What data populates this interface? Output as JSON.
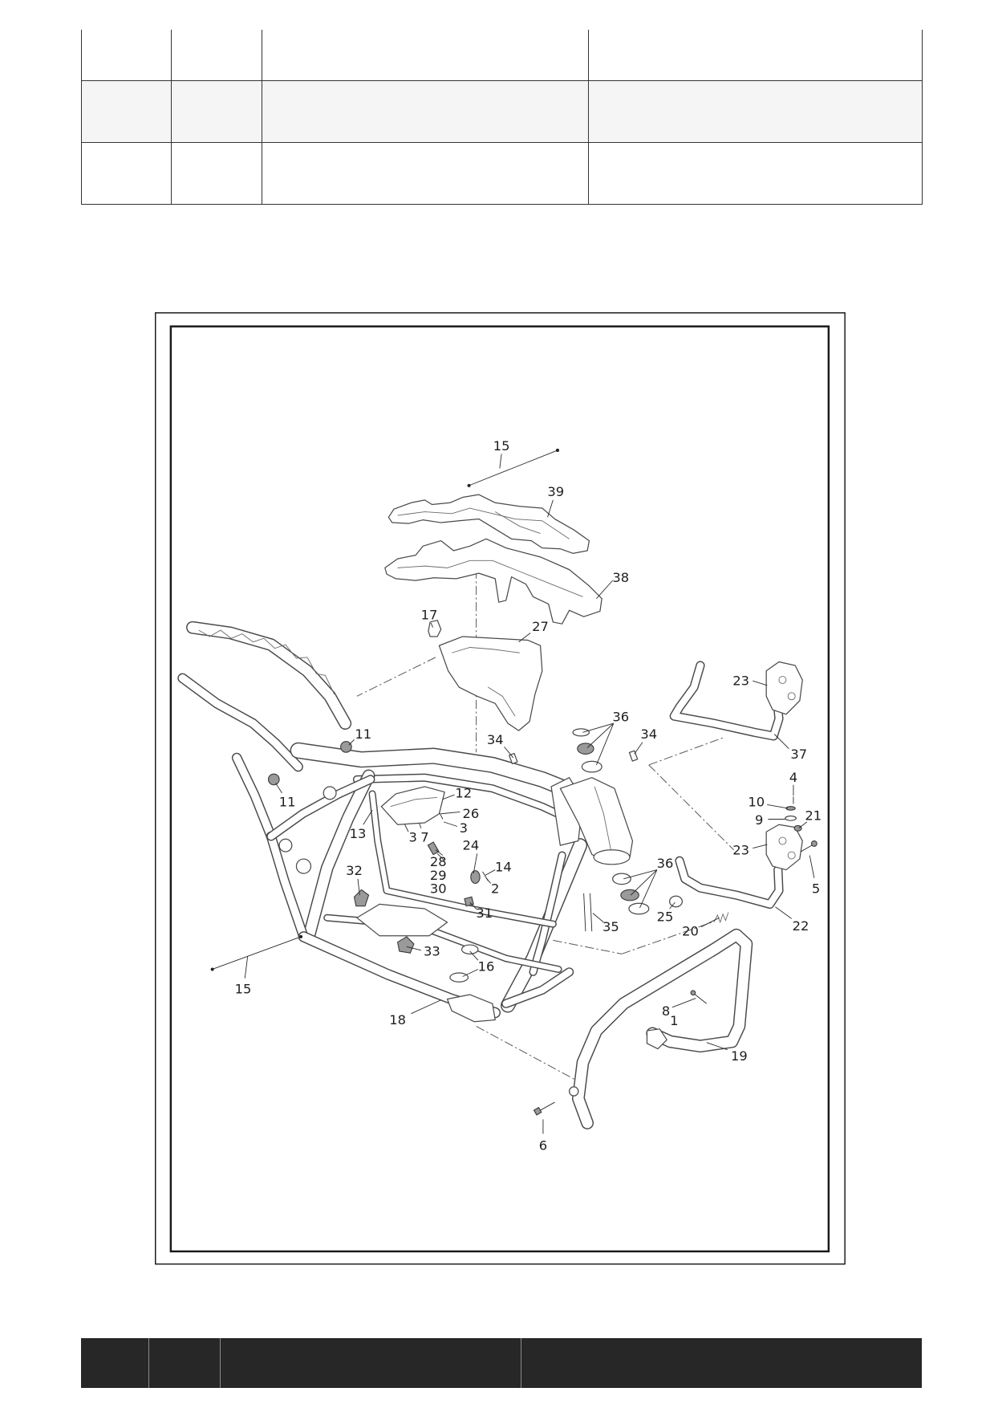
{
  "theme": {
    "table_shade": "#f5f5f5",
    "footer_bg": "#272727",
    "line_color": "#333333"
  },
  "diagram": {
    "callouts": [
      "15",
      "39",
      "38",
      "17",
      "27",
      "23",
      "36",
      "11",
      "34",
      "34",
      "37",
      "4",
      "11",
      "12",
      "10",
      "26",
      "21",
      "9",
      "3",
      "13",
      "7",
      "3",
      "23",
      "24",
      "28",
      "36",
      "14",
      "32",
      "29",
      "30",
      "2",
      "5",
      "31",
      "25",
      "35",
      "22",
      "20",
      "33",
      "16",
      "15",
      "8",
      "1",
      "18",
      "19",
      "6"
    ]
  }
}
